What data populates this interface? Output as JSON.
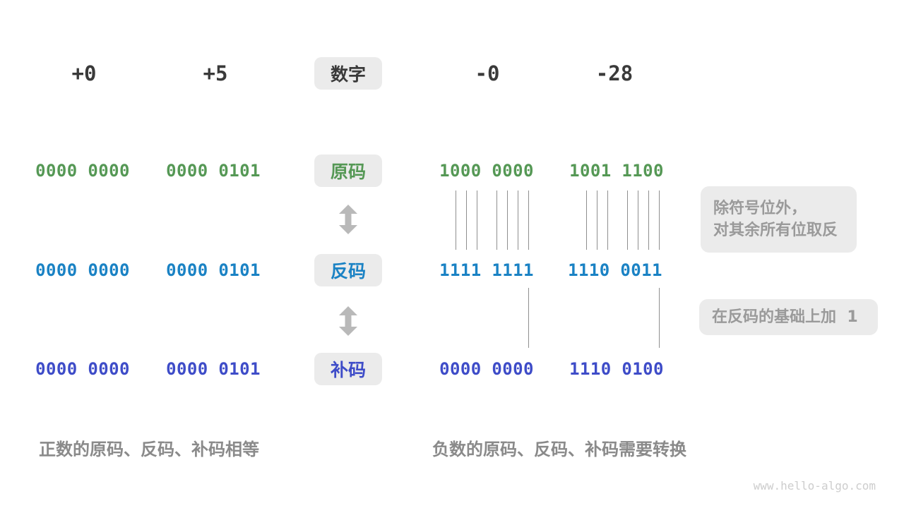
{
  "header": {
    "columns": [
      "+0",
      "+5",
      "-0",
      "-28"
    ],
    "label": "数字"
  },
  "rows": [
    {
      "label": "原码",
      "values": [
        "0000 0000",
        "0000 0101",
        "1000 0000",
        "1001 1100"
      ]
    },
    {
      "label": "反码",
      "values": [
        "0000 0000",
        "0000 0101",
        "1111 1111",
        "1110 0011"
      ]
    },
    {
      "label": "补码",
      "values": [
        "0000 0000",
        "0000 0101",
        "0000 0000",
        "1110 0100"
      ]
    }
  ],
  "annotations": {
    "invert_line1": "除符号位外，",
    "invert_line2": "对其余所有位取反",
    "add_one": "在反码的基础上加  1"
  },
  "captions": {
    "positive": "正数的原码、反码、补码相等",
    "negative": "负数的原码、反码、补码需要转换"
  },
  "watermark": "www.hello-algo.com",
  "colors": {
    "sign_magnitude_green": "#559855",
    "ones_complement_blue": "#1a82c4",
    "twos_complement_indigo": "#3e4cc8",
    "tag_box_bg": "#ebebeb",
    "annotation_text": "#9a9a9a",
    "caption_text": "#8a8a8a",
    "dark_text": "#3a3a3a",
    "connector_line": "#8f8f8f",
    "arrow_gray": "#b9b9b9"
  }
}
